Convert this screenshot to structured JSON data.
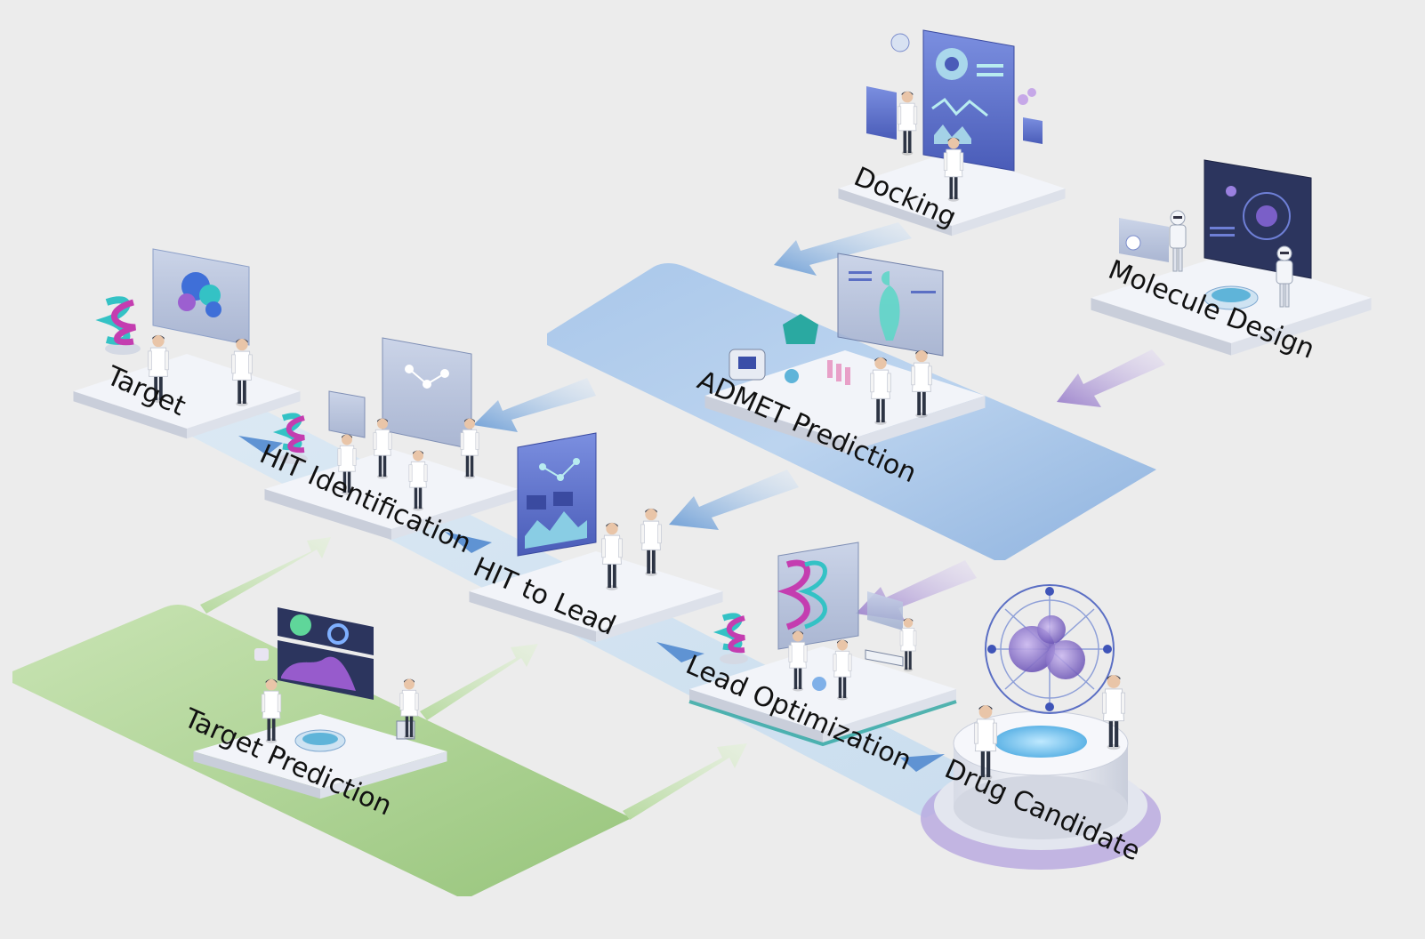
{
  "diagram": {
    "stages": {
      "docking": "Docking",
      "molecule_design": "Molecule Design",
      "target": "Target",
      "admet": "ADMET Prediction",
      "hit_identification": "HIT  Identification",
      "hit_to_lead": "HIT to Lead",
      "target_prediction": "Target Prediction",
      "lead_optimization": "Lead Optimization",
      "drug_candidate": "Drug Candidate"
    },
    "colors": {
      "background": "#ececec",
      "blue_zone": "#8fb6e0",
      "green_zone": "#a8cf8f",
      "main_track": "#cfe2f2",
      "blue_arrow": "#6f9fd6",
      "purple_arrow": "#a48bd0",
      "green_arrow": "#9ccb85",
      "platform_top": "#f1f3f8",
      "platform_side": "#c7ccd8",
      "panel": "#5b6fc4",
      "panel_dark": "#2c355e",
      "person_coat": "#ffffff",
      "person_dark": "#2d3444",
      "helix_teal": "#34c2c5",
      "helix_magenta": "#c43db0"
    },
    "icons": [
      "scientist-figure",
      "screen-panel",
      "protein-helix",
      "molecule-sphere",
      "robot-figure",
      "lab-instrument"
    ]
  }
}
